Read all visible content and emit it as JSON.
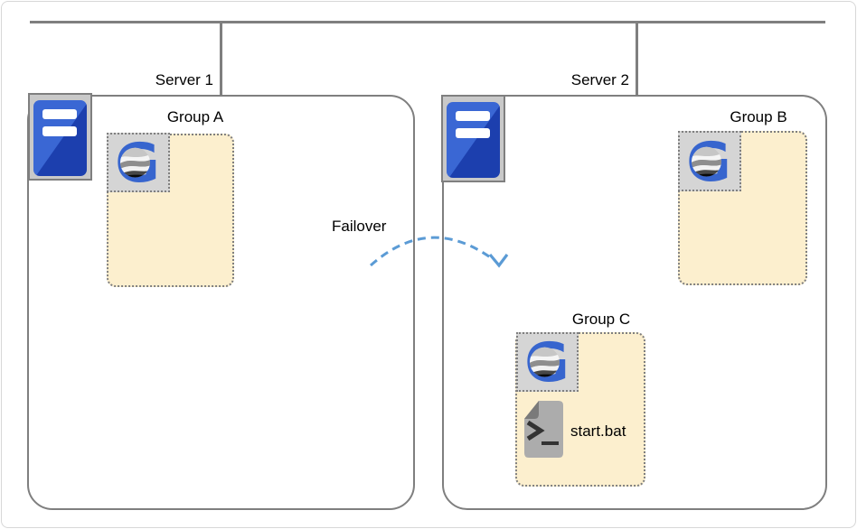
{
  "failover": {
    "label": "Failover"
  },
  "servers": [
    {
      "label": "Server 1",
      "groups": [
        {
          "label": "Group A"
        }
      ]
    },
    {
      "label": "Server 2",
      "groups": [
        {
          "label": "Group B"
        },
        {
          "label": "Group C",
          "file_label": "start.bat"
        }
      ]
    }
  ],
  "icons": {
    "server": "server-tower-icon",
    "app": "g-application-icon",
    "batch": "batch-file-icon"
  },
  "colors": {
    "line_gray": "#7F7F7F",
    "group_fill": "#FCEFCE",
    "group_icon_bg": "#D5D5D5",
    "server_icon_bg": "#C9C9C9",
    "app_blue": "#3765CE",
    "server_blue_light": "#3A67D4",
    "server_blue_dark": "#1C3FAE",
    "failover_blue": "#5B9BD5",
    "text": "#000000"
  }
}
